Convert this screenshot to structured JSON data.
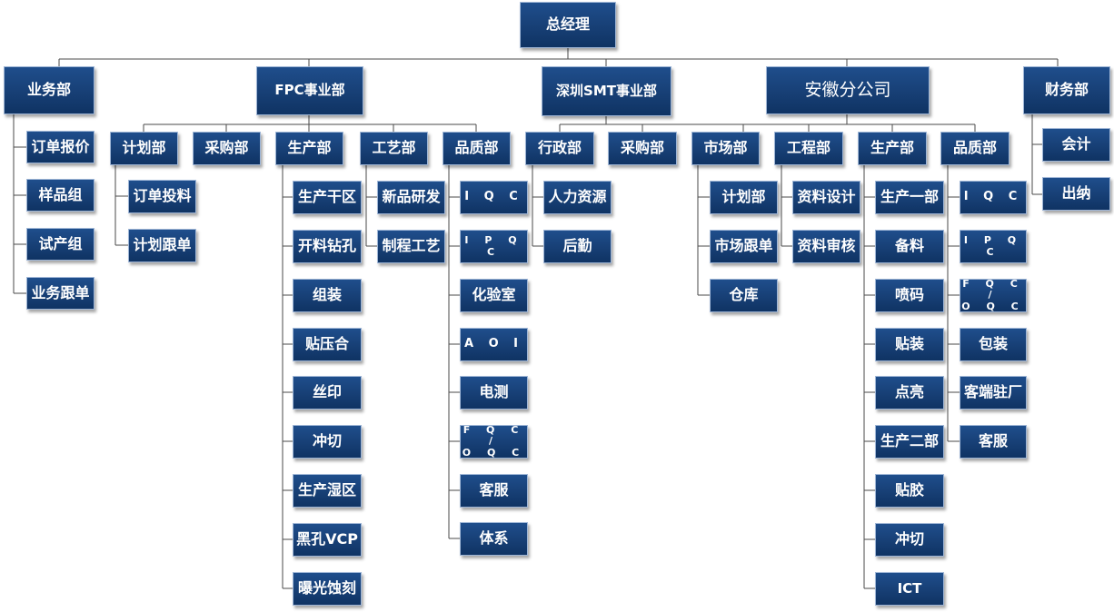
{
  "org": {
    "gm": "总经理",
    "top": [
      "业务部",
      "FPC事业部",
      "深圳SMT事业部",
      "安徽分公司",
      "财务部"
    ],
    "business": [
      "订单报价",
      "样品组",
      "试产组",
      "业务跟单"
    ],
    "fpc": {
      "depts": [
        "计划部",
        "采购部",
        "生产部",
        "工艺部",
        "品质部"
      ],
      "plan": [
        "订单投料",
        "计划跟单"
      ],
      "production": [
        "生产干区",
        "开料钻孔",
        "组装",
        "贴压合",
        "丝印",
        "冲切",
        "生产湿区",
        "黑孔VCP",
        "曝光蚀刻"
      ],
      "process": [
        "新品研发",
        "制程工艺"
      ],
      "quality": [
        "I Q C",
        "I P Q C",
        "化验室",
        "A O I",
        "电测",
        "F Q C /\nO Q C",
        "客服",
        "体系"
      ]
    },
    "smt": {
      "depts": [
        "行政部",
        "采购部"
      ],
      "admin": [
        "人力资源",
        "后勤"
      ]
    },
    "anhui": {
      "depts": [
        "市场部",
        "工程部",
        "生产部",
        "品质部"
      ],
      "market": [
        "计划部",
        "市场跟单",
        "仓库"
      ],
      "engineering": [
        "资料设计",
        "资料审核"
      ],
      "production": [
        "生产一部",
        "备料",
        "喷码",
        "贴装",
        "点亮",
        "生产二部",
        "贴胶",
        "冲切",
        "ICT"
      ],
      "quality": [
        "I Q C",
        "I P Q C",
        "F Q C /\nO Q C",
        "包装",
        "客端驻厂",
        "客服"
      ]
    },
    "finance": [
      "会计",
      "出纳"
    ]
  }
}
